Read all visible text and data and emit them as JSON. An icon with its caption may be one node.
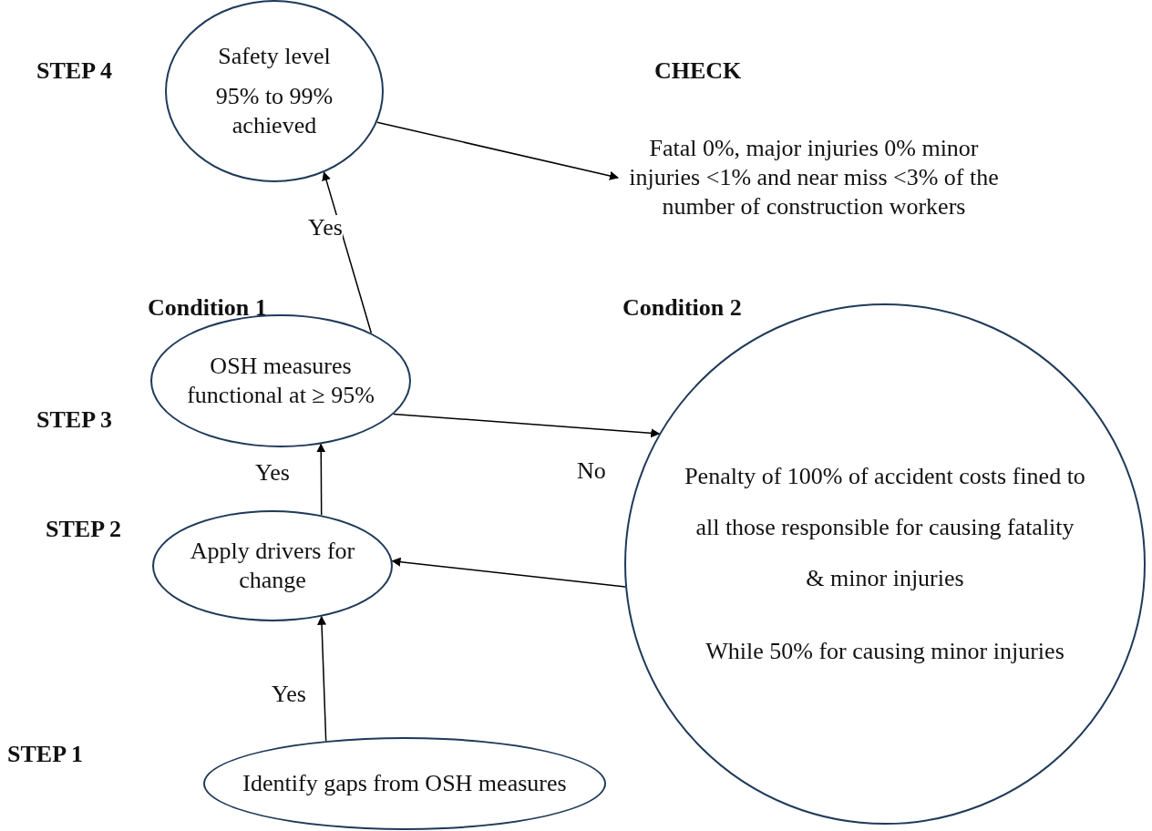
{
  "diagram": {
    "nodes": [
      {
        "text": [
          "Safety level",
          "95% to 99% achieved"
        ]
      },
      {
        "text": [
          "Fatal 0%, major injuries 0% minor injuries <1% and near miss <3% of the number of construction workers"
        ]
      },
      {
        "text": [
          "OSH measures functional at ≥ 95%"
        ]
      },
      {
        "text": [
          "Penalty of 100% of accident costs fined to all those responsible for causing fatality & minor injuries",
          "While 50% for causing minor injuries"
        ]
      },
      {
        "text": [
          "Apply drivers for change"
        ]
      },
      {
        "text": [
          "Identify gaps from OSH measures"
        ]
      }
    ],
    "edges": [
      {
        "from": 0,
        "to": 1,
        "arrow": "to"
      },
      {
        "from": 2,
        "to": 0,
        "arrow": "to",
        "label": "Yes"
      },
      {
        "from": 2,
        "to": 3,
        "arrow": "to",
        "label": "No"
      },
      {
        "from": 3,
        "to": 4,
        "arrow": "to"
      },
      {
        "from": 4,
        "to": 2,
        "arrow": "to",
        "label": "Yes"
      },
      {
        "from": 5,
        "to": 4,
        "arrow": "to",
        "label": "Yes"
      }
    ],
    "labels": [
      "STEP 4",
      "CHECK",
      "Condition 1",
      "Condition 2",
      "STEP 3",
      "STEP 2",
      "STEP 1"
    ]
  }
}
